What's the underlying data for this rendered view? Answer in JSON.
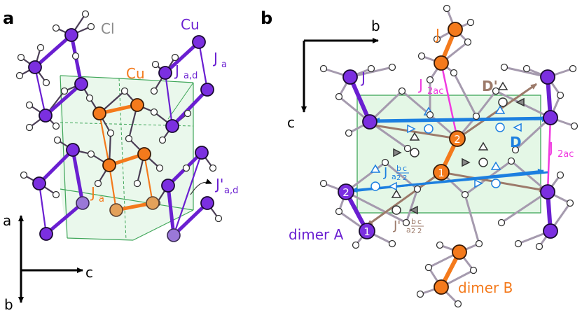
{
  "panel_a": {
    "label": "a",
    "cl_label": "Cl",
    "cu_label_top": "Cu",
    "cu_label_mid": "Cu",
    "j_ad_main": "J",
    "j_ad_sub": "a,d",
    "j_a_main": "J",
    "j_a_sub": "a",
    "j_a_orange_main": "J",
    "j_a_orange_sub": "a",
    "j_ad_prime_main": "J'",
    "j_ad_prime_sub": "a,d",
    "axis_a": "a",
    "axis_b": "b",
    "axis_c": "c"
  },
  "panel_b": {
    "label": "b",
    "axis_b": "b",
    "axis_c": "c",
    "j_top_orange": "J",
    "j_left_purple": "J",
    "j2ac_top_main": "J",
    "j2ac_top_sub": "2ac",
    "j2ac_right_main": "J",
    "j2ac_right_sub": "2ac",
    "d_prime": "D'",
    "d_label": "D",
    "ja_bc_main": "J",
    "ja_bc_sub": "a",
    "ja_bc_frac1": "b",
    "ja_bc_frac2": "c",
    "ja_bc_den": "2",
    "jpa_bc_main": "J'",
    "jpa_bc_sub": "a",
    "site_1_center": "1",
    "site_2_center": "2",
    "site_1_left": "1",
    "site_2_left": "2",
    "dimer_a": "dimer A",
    "dimer_b": "dimer B"
  },
  "colors": {
    "purple": "#6a1fd1",
    "orange": "#f47a1c",
    "magenta": "#f03ae0",
    "blue": "#1c7fe0",
    "brown": "#9c7a6a",
    "green_fill": "#d8f3dc",
    "green_edge": "#3fa659",
    "bond_gray": "#a59aae"
  }
}
